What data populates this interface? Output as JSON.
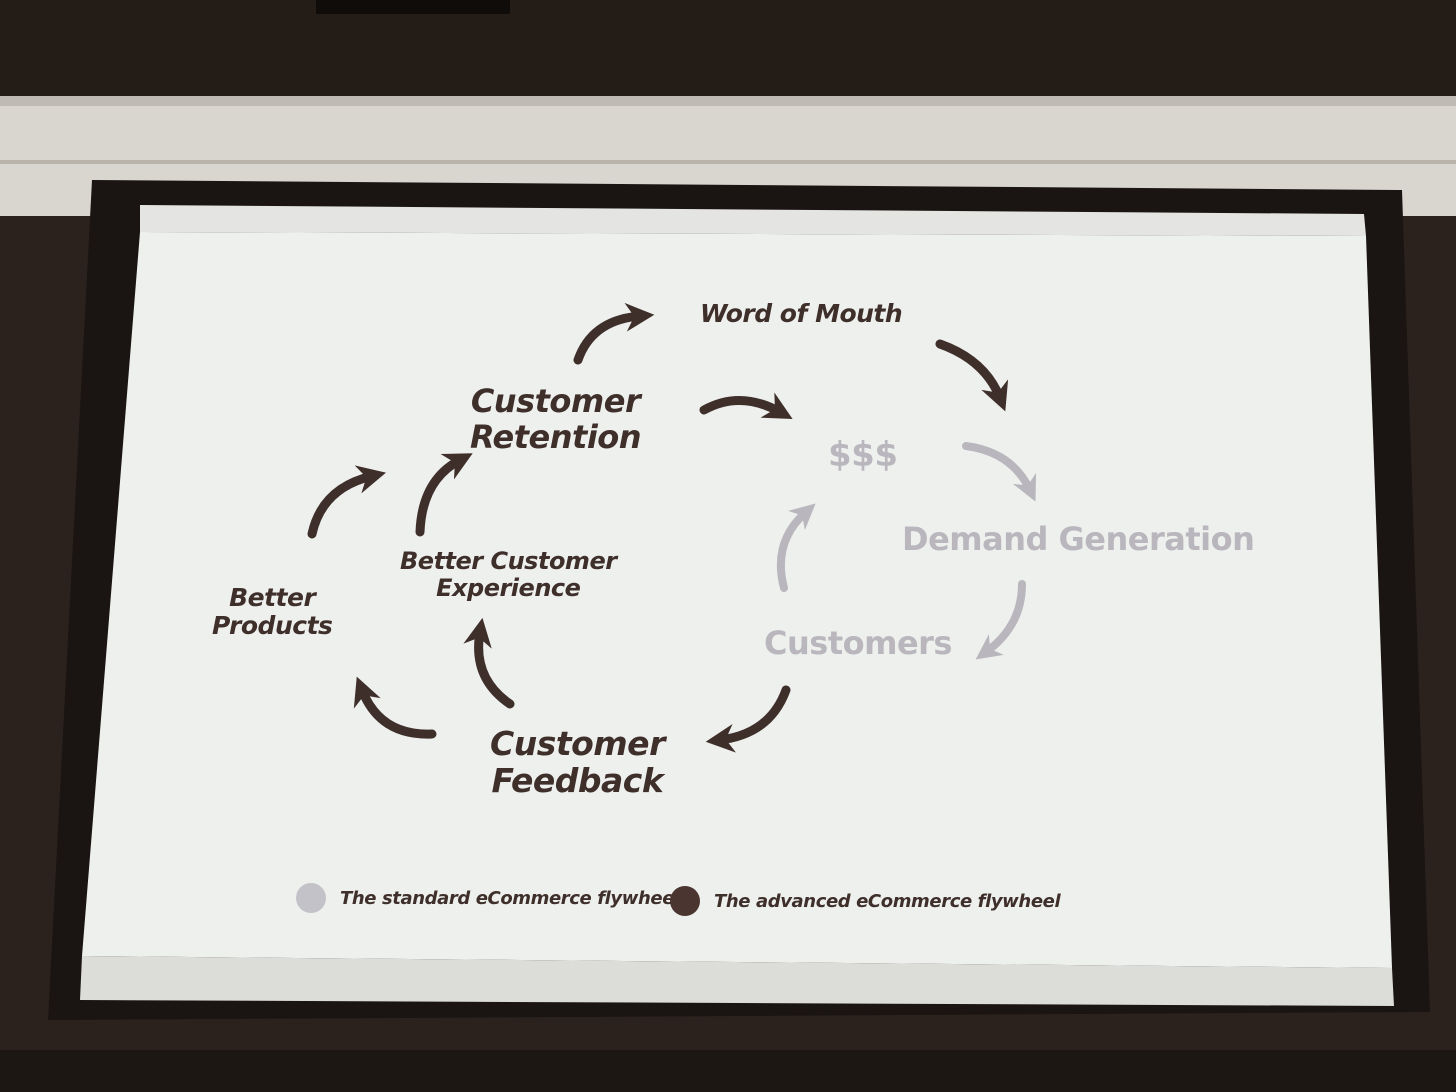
{
  "nodes": {
    "word_of_mouth": "Word of Mouth",
    "customer_retention": [
      "Customer",
      "Retention"
    ],
    "better_customer_experience": [
      "Better Customer",
      "Experience"
    ],
    "better_products": [
      "Better",
      "Products"
    ],
    "customer_feedback": [
      "Customer",
      "Feedback"
    ],
    "money": "$$$",
    "demand_generation": "Demand Generation",
    "customers": "Customers"
  },
  "legend": {
    "standard": {
      "label": "The standard eCommerce flywheel",
      "color": "#c4c2c9"
    },
    "advanced": {
      "label": "The advanced eCommerce flywheel",
      "color": "#4a3530"
    }
  },
  "colors": {
    "dark_text": "#3f2f2b",
    "light_text": "#b9b7bd",
    "screen": "#eef0ee"
  },
  "icons": {
    "advanced_arrows": "curved-arrow-icon",
    "standard_arrows": "curved-arrow-icon"
  }
}
